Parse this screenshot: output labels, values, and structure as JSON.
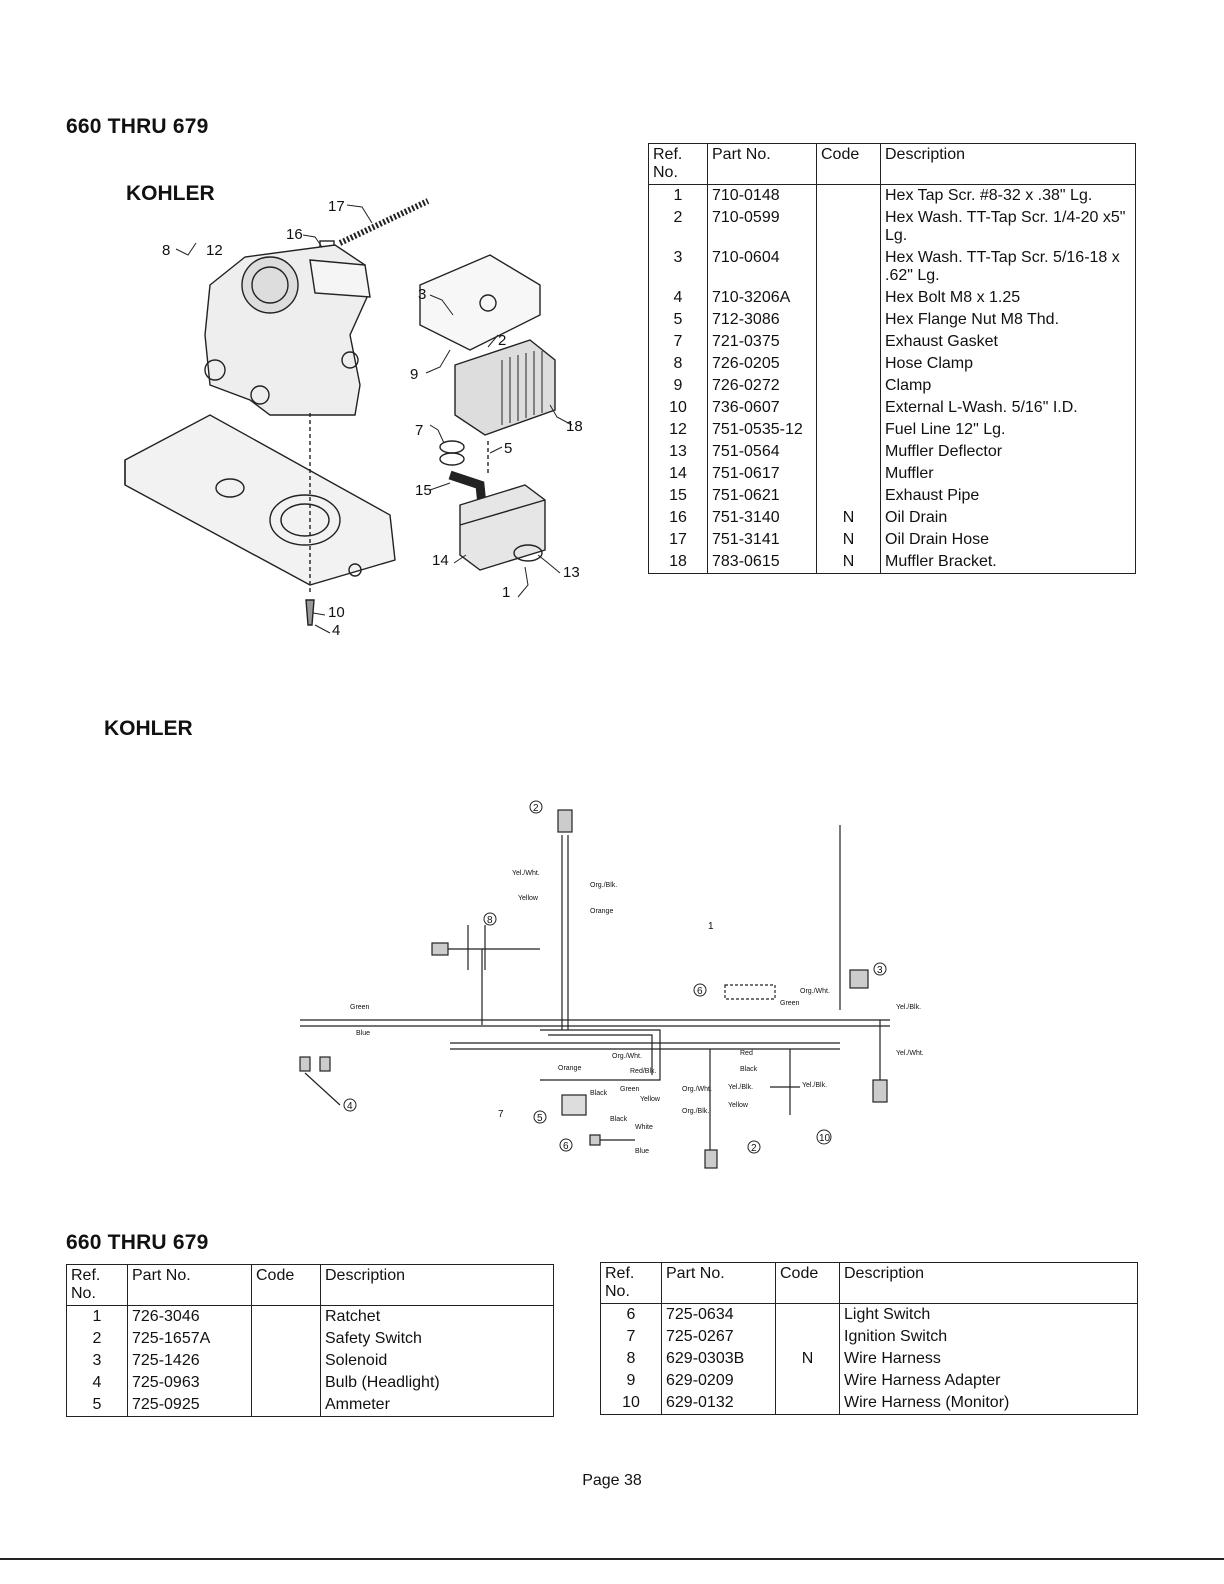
{
  "top": {
    "heading": "660 THRU 679",
    "subheading": "KOHLER",
    "callouts": [
      "17",
      "16",
      "8",
      "12",
      "3",
      "2",
      "9",
      "18",
      "7",
      "5",
      "15",
      "14",
      "13",
      "1",
      "10",
      "4"
    ],
    "table": {
      "headers": {
        "ref": "Ref. No.",
        "part": "Part No.",
        "code": "Code",
        "desc": "Description"
      },
      "rows": [
        {
          "ref": "1",
          "part": "710-0148",
          "code": "",
          "desc": "Hex Tap Scr. #8-32 x .38\" Lg."
        },
        {
          "ref": "2",
          "part": "710-0599",
          "code": "",
          "desc": "Hex Wash. TT-Tap Scr. 1/4-20 x5\" Lg."
        },
        {
          "ref": "3",
          "part": "710-0604",
          "code": "",
          "desc": "Hex Wash. TT-Tap Scr. 5/16-18 x .62\" Lg."
        },
        {
          "ref": "4",
          "part": "710-3206A",
          "code": "",
          "desc": "Hex Bolt M8 x 1.25"
        },
        {
          "ref": "5",
          "part": "712-3086",
          "code": "",
          "desc": "Hex Flange Nut M8 Thd."
        },
        {
          "ref": "7",
          "part": "721-0375",
          "code": "",
          "desc": "Exhaust Gasket"
        },
        {
          "ref": "8",
          "part": "726-0205",
          "code": "",
          "desc": "Hose Clamp"
        },
        {
          "ref": "9",
          "part": "726-0272",
          "code": "",
          "desc": "Clamp"
        },
        {
          "ref": "10",
          "part": "736-0607",
          "code": "",
          "desc": "External L-Wash. 5/16\" I.D."
        },
        {
          "ref": "12",
          "part": "751-0535-12",
          "code": "",
          "desc": "Fuel Line 12\" Lg."
        },
        {
          "ref": "13",
          "part": "751-0564",
          "code": "",
          "desc": "Muffler Deflector"
        },
        {
          "ref": "14",
          "part": "751-0617",
          "code": "",
          "desc": "Muffler"
        },
        {
          "ref": "15",
          "part": "751-0621",
          "code": "",
          "desc": "Exhaust Pipe"
        },
        {
          "ref": "16",
          "part": "751-3140",
          "code": "N",
          "desc": "Oil Drain"
        },
        {
          "ref": "17",
          "part": "751-3141",
          "code": "N",
          "desc": "Oil Drain Hose"
        },
        {
          "ref": "18",
          "part": "783-0615",
          "code": "N",
          "desc": "Muffler Bracket."
        }
      ]
    }
  },
  "wiring": {
    "subheading": "KOHLER",
    "wire_labels": [
      "Yel./Wht.",
      "Yellow",
      "Org./Blk.",
      "Orange",
      "Green",
      "Blue",
      "Org./Wht.",
      "Green",
      "Yel./Blk.",
      "Yel./Wht.",
      "Red",
      "Black",
      "Org./Wht.",
      "Red/Blk.",
      "Orange",
      "Black",
      "Green",
      "Yellow",
      "Black",
      "White",
      "Blue",
      "Org./Wht.",
      "Org./Blk.",
      "Yel./Blk.",
      "Yellow",
      "Yel./Blk."
    ],
    "callouts": [
      "2",
      "8",
      "1",
      "6",
      "3",
      "4",
      "7",
      "5",
      "6",
      "2",
      "10"
    ]
  },
  "bottom": {
    "heading": "660 THRU 679",
    "headers": {
      "ref": "Ref. No.",
      "part": "Part No.",
      "code": "Code",
      "desc": "Description"
    },
    "left_rows": [
      {
        "ref": "1",
        "part": "726-3046",
        "code": "",
        "desc": "Ratchet"
      },
      {
        "ref": "2",
        "part": "725-1657A",
        "code": "",
        "desc": "Safety Switch"
      },
      {
        "ref": "3",
        "part": "725-1426",
        "code": "",
        "desc": "Solenoid"
      },
      {
        "ref": "4",
        "part": "725-0963",
        "code": "",
        "desc": "Bulb (Headlight)"
      },
      {
        "ref": "5",
        "part": "725-0925",
        "code": "",
        "desc": "Ammeter"
      }
    ],
    "right_rows": [
      {
        "ref": "6",
        "part": "725-0634",
        "code": "",
        "desc": "Light Switch"
      },
      {
        "ref": "7",
        "part": "725-0267",
        "code": "",
        "desc": "Ignition Switch"
      },
      {
        "ref": "8",
        "part": "629-0303B",
        "code": "N",
        "desc": "Wire Harness"
      },
      {
        "ref": "9",
        "part": "629-0209",
        "code": "",
        "desc": "Wire Harness Adapter"
      },
      {
        "ref": "10",
        "part": "629-0132",
        "code": "",
        "desc": "Wire Harness (Monitor)"
      }
    ]
  },
  "footer": {
    "page": "Page 38"
  }
}
